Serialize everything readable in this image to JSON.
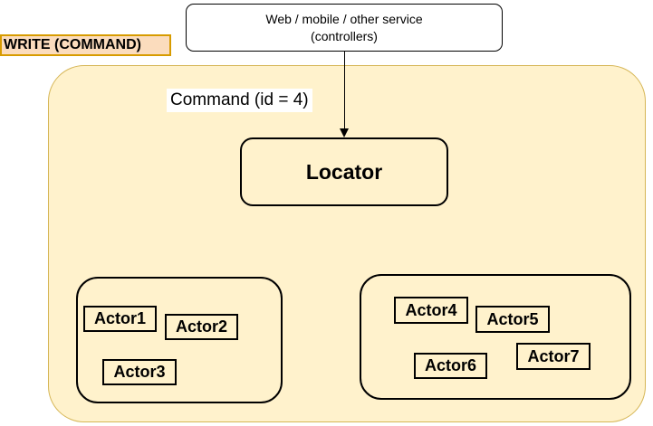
{
  "diagram": {
    "write_label": "WRITE (COMMAND)",
    "service_box": {
      "line1": "Web / mobile / other service",
      "line2": "(controllers)"
    },
    "command_label": "Command (id = 4)",
    "locator_label": "Locator",
    "groups": [
      {
        "actors": [
          "Actor1",
          "Actor2",
          "Actor3"
        ]
      },
      {
        "actors": [
          "Actor4",
          "Actor5",
          "Actor6",
          "Actor7"
        ]
      }
    ],
    "colors": {
      "container_fill": "#fff2cc",
      "container_border": "#d6b656",
      "write_label_fill": "#fbdcbd",
      "write_label_border": "#d79b00",
      "shape_border": "#000000",
      "service_box_fill": "#ffffff"
    }
  }
}
